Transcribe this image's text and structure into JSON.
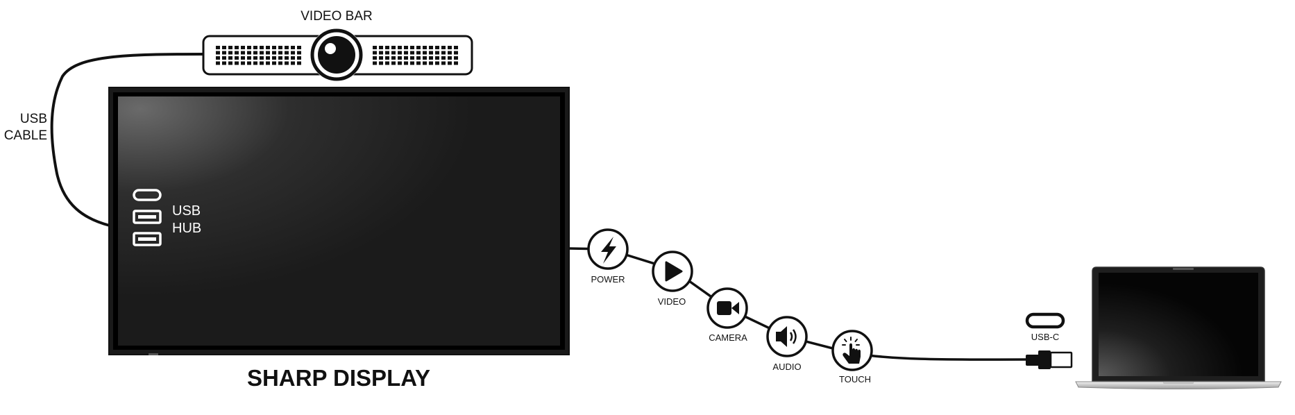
{
  "labels": {
    "video_bar": "VIDEO BAR",
    "usb_cable_line1": "USB",
    "usb_cable_line2": "CABLE",
    "usb_hub_line1": "USB",
    "usb_hub_line2": "HUB",
    "sharp_display": "SHARP DISPLAY",
    "usb_c": "USB-C"
  },
  "signals": [
    {
      "label": "POWER",
      "icon": "lightning-bolt-icon"
    },
    {
      "label": "VIDEO",
      "icon": "play-icon"
    },
    {
      "label": "CAMERA",
      "icon": "video-camera-icon"
    },
    {
      "label": "AUDIO",
      "icon": "speaker-icon"
    },
    {
      "label": "TOUCH",
      "icon": "tap-hand-icon"
    }
  ],
  "colors": {
    "line": "#111111",
    "screen": "#1c1c1c",
    "background": "#ffffff"
  }
}
